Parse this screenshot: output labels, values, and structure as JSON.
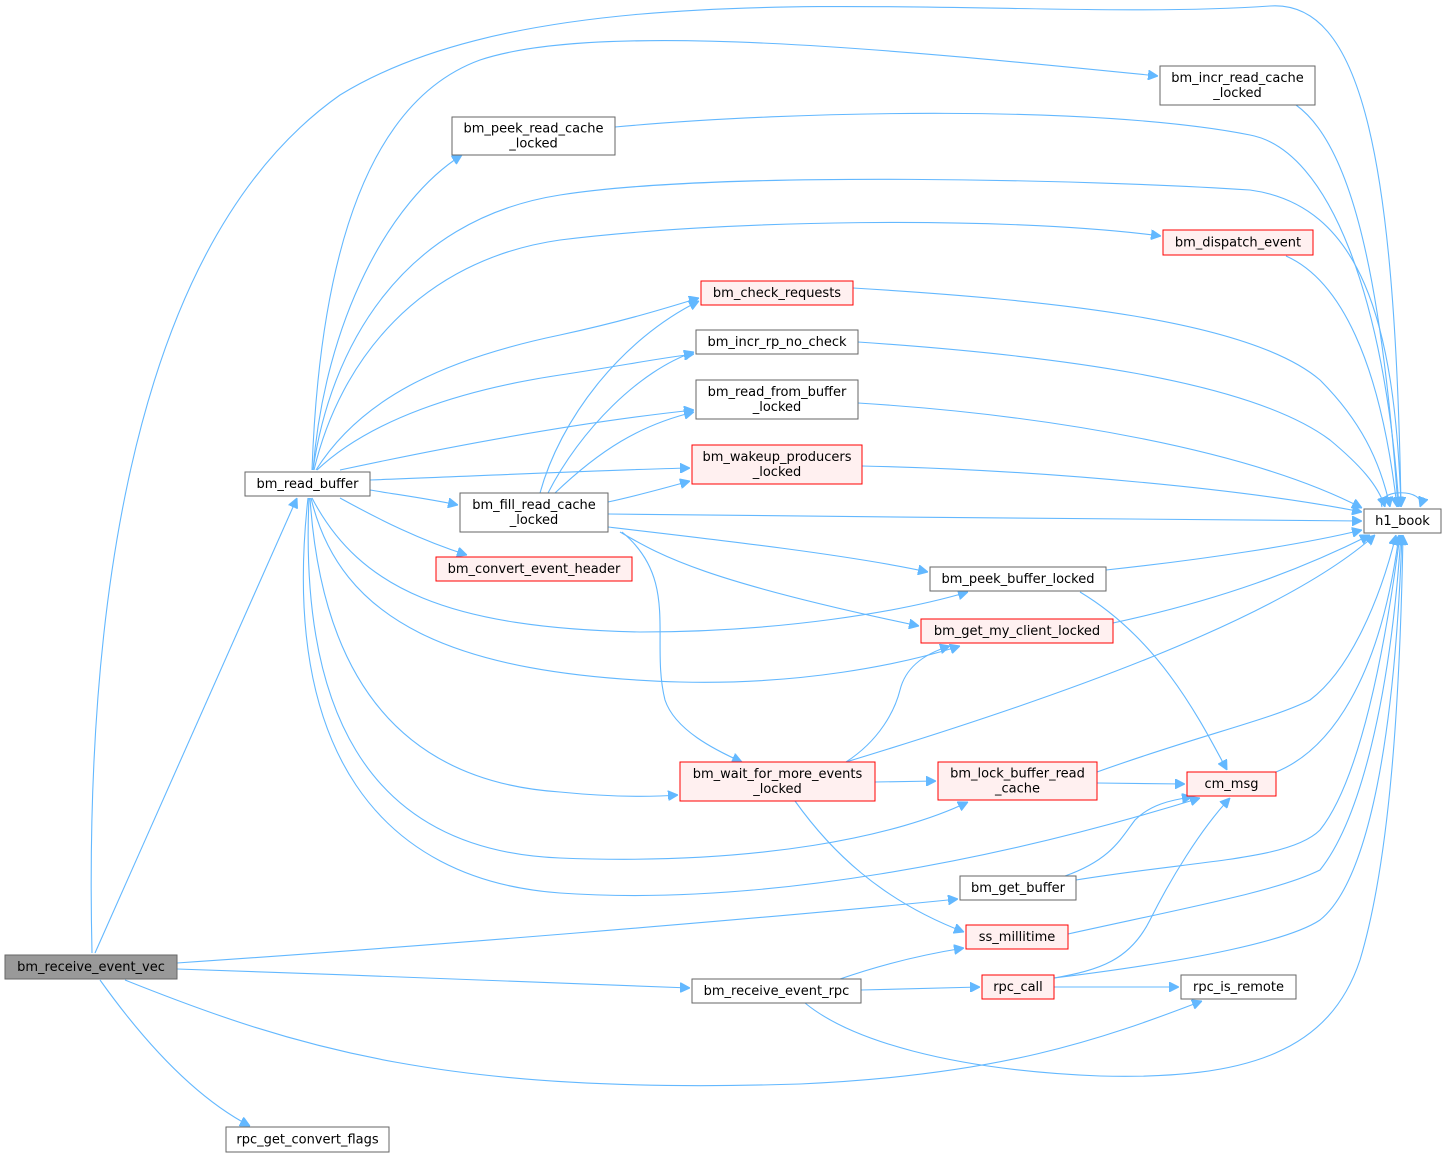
{
  "colors": {
    "edge": "#63b8ff",
    "node_border": "#666666",
    "node_fill": "#ffffff",
    "highlight_border": "#ff0000",
    "highlight_fill": "#fff0f0",
    "root_fill": "#999999"
  },
  "nodes": [
    {
      "id": "recv_vec",
      "lines": [
        "bm_receive_event_vec"
      ],
      "style": "root"
    },
    {
      "id": "read_buffer",
      "lines": [
        "bm_read_buffer"
      ],
      "style": "normal"
    },
    {
      "id": "incr_read_cache",
      "lines": [
        "bm_incr_read_cache",
        "_locked"
      ],
      "style": "normal"
    },
    {
      "id": "peek_read_cache",
      "lines": [
        "bm_peek_read_cache",
        "_locked"
      ],
      "style": "normal"
    },
    {
      "id": "dispatch_event",
      "lines": [
        "bm_dispatch_event"
      ],
      "style": "red"
    },
    {
      "id": "check_requests",
      "lines": [
        "bm_check_requests"
      ],
      "style": "red"
    },
    {
      "id": "incr_rp",
      "lines": [
        "bm_incr_rp_no_check"
      ],
      "style": "normal"
    },
    {
      "id": "read_from_buffer",
      "lines": [
        "bm_read_from_buffer",
        "_locked"
      ],
      "style": "normal"
    },
    {
      "id": "wakeup",
      "lines": [
        "bm_wakeup_producers",
        "_locked"
      ],
      "style": "red"
    },
    {
      "id": "fill_read_cache",
      "lines": [
        "bm_fill_read_cache",
        "_locked"
      ],
      "style": "normal"
    },
    {
      "id": "convert_header",
      "lines": [
        "bm_convert_event_header"
      ],
      "style": "red"
    },
    {
      "id": "h1_book",
      "lines": [
        "h1_book"
      ],
      "style": "normal"
    },
    {
      "id": "peek_buffer",
      "lines": [
        "bm_peek_buffer_locked"
      ],
      "style": "normal"
    },
    {
      "id": "get_my_client",
      "lines": [
        "bm_get_my_client_locked"
      ],
      "style": "red"
    },
    {
      "id": "wait_more",
      "lines": [
        "bm_wait_for_more_events",
        "_locked"
      ],
      "style": "red"
    },
    {
      "id": "lock_buffer_read",
      "lines": [
        "bm_lock_buffer_read",
        "_cache"
      ],
      "style": "red"
    },
    {
      "id": "cm_msg",
      "lines": [
        "cm_msg"
      ],
      "style": "red"
    },
    {
      "id": "get_buffer",
      "lines": [
        "bm_get_buffer"
      ],
      "style": "normal"
    },
    {
      "id": "ss_millitime",
      "lines": [
        "ss_millitime"
      ],
      "style": "red"
    },
    {
      "id": "recv_rpc",
      "lines": [
        "bm_receive_event_rpc"
      ],
      "style": "normal"
    },
    {
      "id": "rpc_call",
      "lines": [
        "rpc_call"
      ],
      "style": "red"
    },
    {
      "id": "rpc_is_remote",
      "lines": [
        "rpc_is_remote"
      ],
      "style": "normal"
    },
    {
      "id": "rpc_get_convert_flags",
      "lines": [
        "rpc_get_convert_flags"
      ],
      "style": "normal"
    }
  ],
  "edges": [
    {
      "from": "recv_vec",
      "to": "h1_book"
    },
    {
      "from": "recv_vec",
      "to": "read_buffer"
    },
    {
      "from": "recv_vec",
      "to": "get_buffer"
    },
    {
      "from": "recv_vec",
      "to": "recv_rpc"
    },
    {
      "from": "recv_vec",
      "to": "rpc_is_remote"
    },
    {
      "from": "recv_vec",
      "to": "rpc_get_convert_flags"
    },
    {
      "from": "read_buffer",
      "to": "incr_read_cache"
    },
    {
      "from": "read_buffer",
      "to": "peek_read_cache"
    },
    {
      "from": "read_buffer",
      "to": "h1_book"
    },
    {
      "from": "read_buffer",
      "to": "dispatch_event"
    },
    {
      "from": "read_buffer",
      "to": "check_requests"
    },
    {
      "from": "read_buffer",
      "to": "incr_rp"
    },
    {
      "from": "read_buffer",
      "to": "read_from_buffer"
    },
    {
      "from": "read_buffer",
      "to": "wakeup"
    },
    {
      "from": "read_buffer",
      "to": "fill_read_cache"
    },
    {
      "from": "read_buffer",
      "to": "convert_header"
    },
    {
      "from": "read_buffer",
      "to": "peek_buffer"
    },
    {
      "from": "read_buffer",
      "to": "get_my_client"
    },
    {
      "from": "read_buffer",
      "to": "wait_more"
    },
    {
      "from": "read_buffer",
      "to": "lock_buffer_read"
    },
    {
      "from": "read_buffer",
      "to": "cm_msg"
    },
    {
      "from": "incr_read_cache",
      "to": "h1_book"
    },
    {
      "from": "peek_read_cache",
      "to": "h1_book"
    },
    {
      "from": "dispatch_event",
      "to": "h1_book"
    },
    {
      "from": "check_requests",
      "to": "h1_book"
    },
    {
      "from": "incr_rp",
      "to": "h1_book"
    },
    {
      "from": "read_from_buffer",
      "to": "h1_book"
    },
    {
      "from": "wakeup",
      "to": "h1_book"
    },
    {
      "from": "fill_read_cache",
      "to": "check_requests"
    },
    {
      "from": "fill_read_cache",
      "to": "incr_rp"
    },
    {
      "from": "fill_read_cache",
      "to": "read_from_buffer"
    },
    {
      "from": "fill_read_cache",
      "to": "wakeup"
    },
    {
      "from": "fill_read_cache",
      "to": "h1_book"
    },
    {
      "from": "fill_read_cache",
      "to": "peek_buffer"
    },
    {
      "from": "fill_read_cache",
      "to": "get_my_client"
    },
    {
      "from": "fill_read_cache",
      "to": "wait_more"
    },
    {
      "from": "h1_book",
      "to": "h1_book"
    },
    {
      "from": "peek_buffer",
      "to": "h1_book"
    },
    {
      "from": "peek_buffer",
      "to": "cm_msg"
    },
    {
      "from": "get_my_client",
      "to": "h1_book"
    },
    {
      "from": "wait_more",
      "to": "get_my_client"
    },
    {
      "from": "wait_more",
      "to": "h1_book"
    },
    {
      "from": "wait_more",
      "to": "lock_buffer_read"
    },
    {
      "from": "wait_more",
      "to": "ss_millitime"
    },
    {
      "from": "lock_buffer_read",
      "to": "h1_book"
    },
    {
      "from": "lock_buffer_read",
      "to": "cm_msg"
    },
    {
      "from": "cm_msg",
      "to": "h1_book"
    },
    {
      "from": "get_buffer",
      "to": "cm_msg"
    },
    {
      "from": "get_buffer",
      "to": "h1_book"
    },
    {
      "from": "ss_millitime",
      "to": "h1_book"
    },
    {
      "from": "recv_rpc",
      "to": "ss_millitime"
    },
    {
      "from": "recv_rpc",
      "to": "rpc_call"
    },
    {
      "from": "recv_rpc",
      "to": "h1_book"
    },
    {
      "from": "rpc_call",
      "to": "cm_msg"
    },
    {
      "from": "rpc_call",
      "to": "rpc_is_remote"
    },
    {
      "from": "rpc_call",
      "to": "h1_book"
    }
  ]
}
